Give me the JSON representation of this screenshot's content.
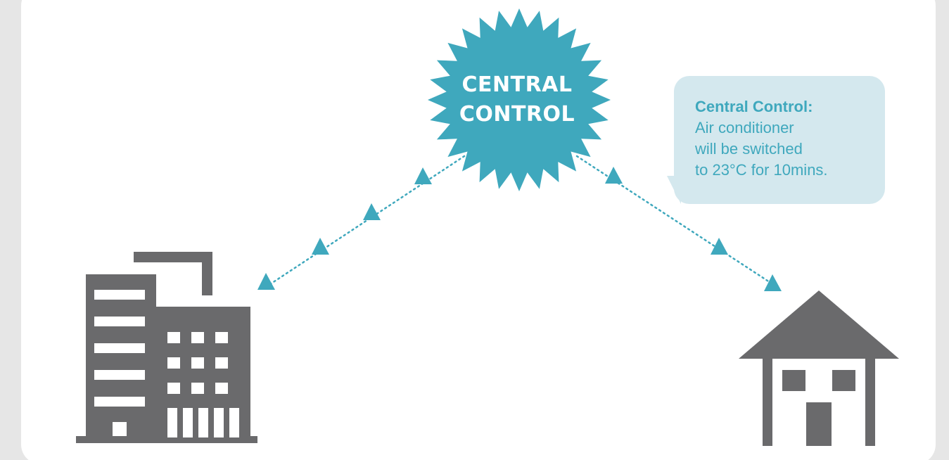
{
  "central_node": {
    "line1": "CENTRAL",
    "line2": "CONTROL",
    "shape": "starburst",
    "color": "#3fa8bd"
  },
  "message_bubble": {
    "title": "Central Control:",
    "lines": [
      "Air conditioner",
      "will be switched",
      "to 23°C for 10mins."
    ],
    "background": "#d4e8ee",
    "text_color": "#3fa8bd"
  },
  "nodes": [
    {
      "icon": "office-building-icon"
    },
    {
      "icon": "house-icon"
    }
  ],
  "colors": {
    "accent": "#3fa8bd",
    "icon_gray": "#6a6a6c",
    "card_background": "#ffffff",
    "page_background": "#e6e6e6"
  }
}
